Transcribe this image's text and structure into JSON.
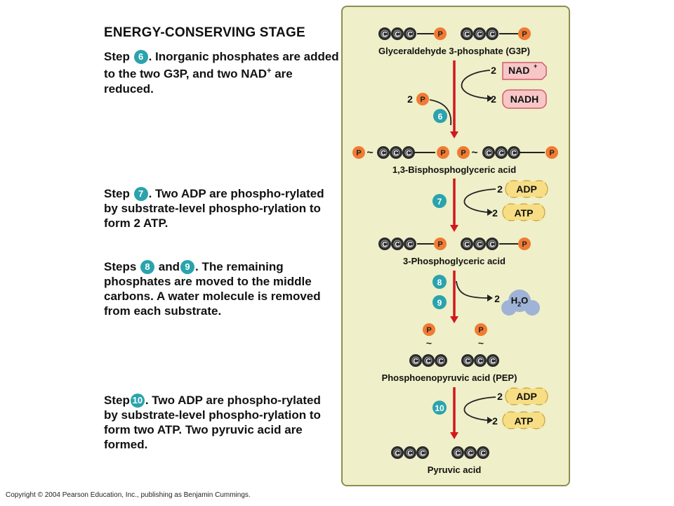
{
  "stage_title": "ENERGY-CONSERVING STAGE",
  "steps": {
    "s6": {
      "word": "Step",
      "num": "6",
      "text": ". Inorganic phosphates are added to the two G3P, and two NAD",
      "sup": "+",
      "tail": " are reduced."
    },
    "s7": {
      "word": "Step",
      "num": "7",
      "text": ". Two ADP are phospho-rylated by substrate-level phospho-rylation to form 2 ATP."
    },
    "s89": {
      "word": "Steps",
      "num_a": "8",
      "and": "and",
      "num_b": "9",
      "text": ". The remaining phosphates are moved to the middle carbons. A water molecule is removed from each substrate."
    },
    "s10": {
      "word": "Step",
      "num": "10",
      "text": ". Two ADP are phospho-rylated by substrate-level phospho-rylation to form two ATP. Two pyruvic acid are formed."
    }
  },
  "molecules": {
    "carbon": "C",
    "phosphate": "P",
    "g3p": "Glyceraldehyde 3-phosphate (G3P)",
    "bpg": "1,3-Bisphosphoglyceric acid",
    "pga": "3-Phosphoglyceric acid",
    "pep": "Phosphoenopyruvic acid (PEP)",
    "pyruvate": "Pyruvic acid"
  },
  "cofactors": {
    "coef": "2",
    "nad": "NAD",
    "nad_sup": "+",
    "nadh": "NADH",
    "adp": "ADP",
    "atp": "ATP",
    "water_h": "H",
    "water_sub": "2",
    "water_o": "O"
  },
  "badges": {
    "b6": "6",
    "b7": "7",
    "b8": "8",
    "b9": "9",
    "b10": "10"
  },
  "colors": {
    "panel": "#efefc9",
    "panel_border": "#8a8f4c",
    "carbon": "#2b2b2b",
    "phosphate": "#f07b32",
    "arrow": "#d2181e",
    "teal": "#2aa3ad",
    "nad_fill": "#f7c6c7",
    "nad_stroke": "#d25a6a",
    "adp_fill": "#f7de84",
    "adp_stroke": "#c9a13b",
    "water": "#9fb3d6"
  },
  "copyright": "Copyright © 2004 Pearson Education, Inc., publishing as Benjamin Cummings."
}
